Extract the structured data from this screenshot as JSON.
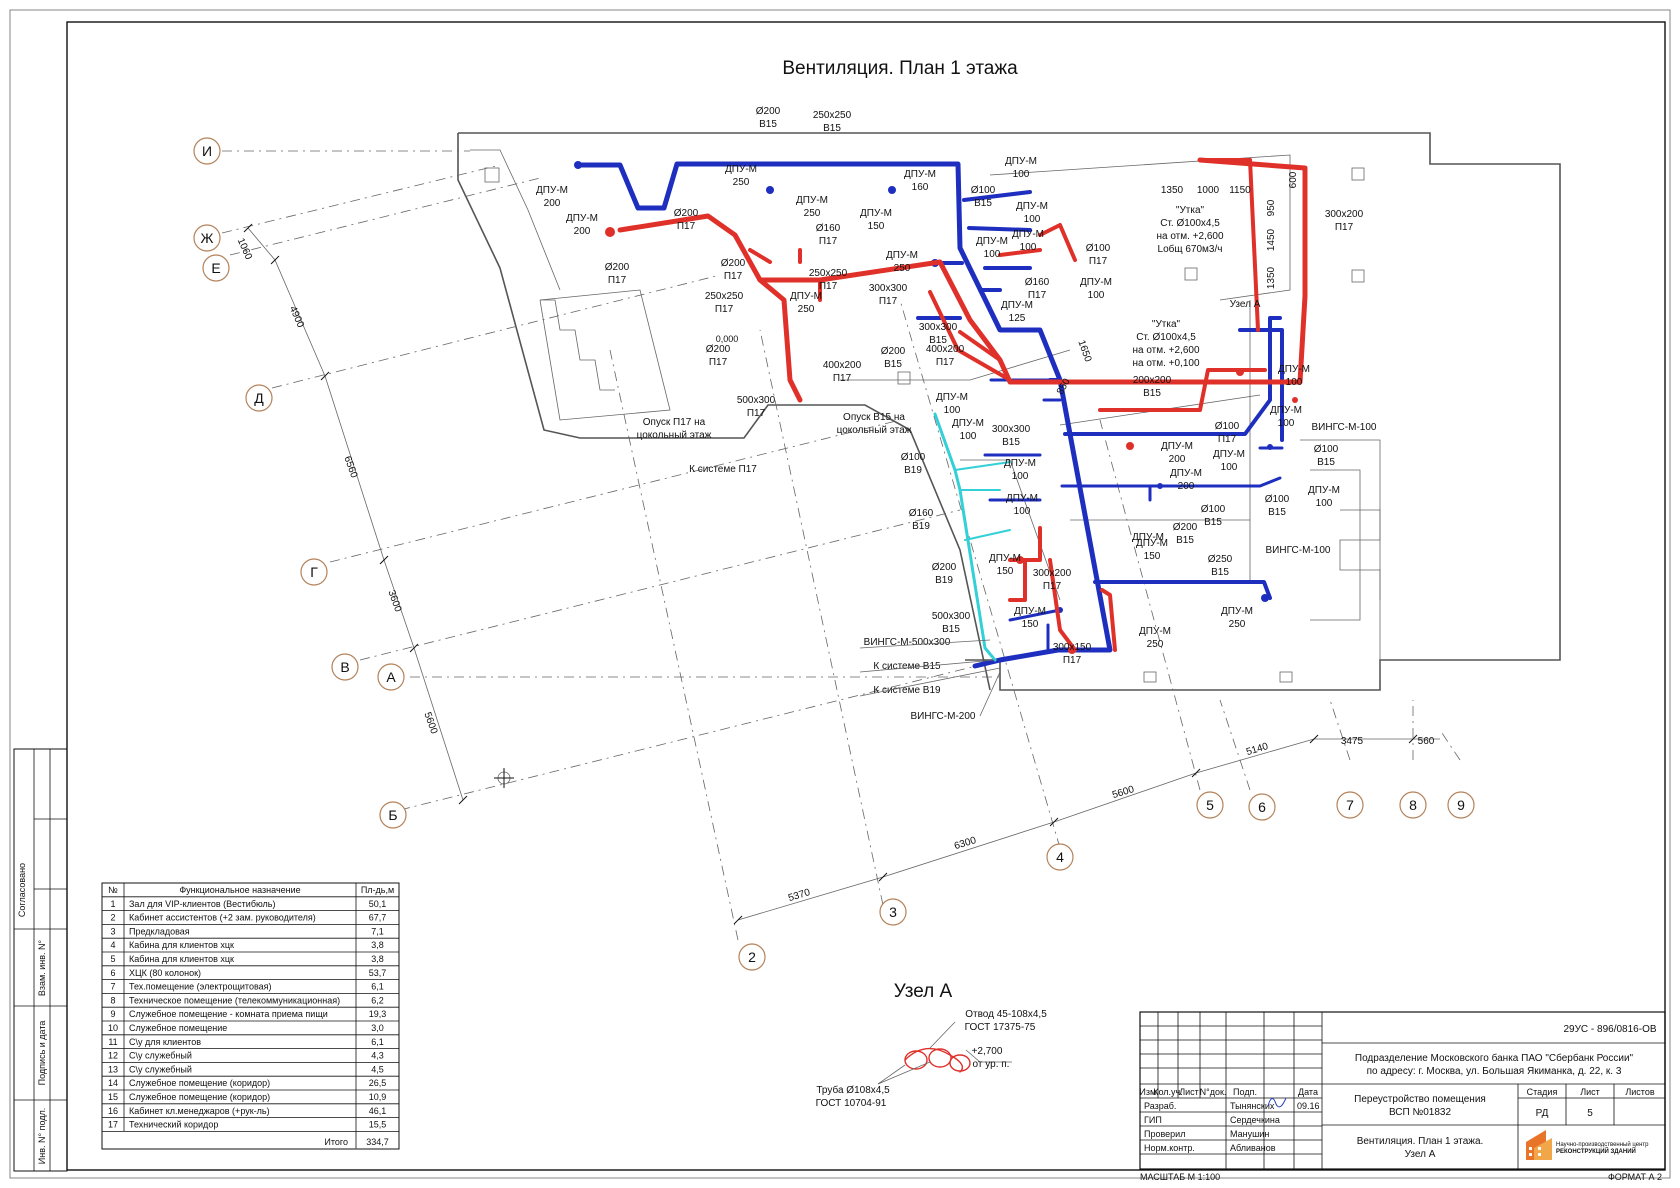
{
  "title": "Вентиляция. План 1 этажа",
  "node_title": "Узел А",
  "axes": [
    "И",
    "Ж",
    "Е",
    "Д",
    "Г",
    "В",
    "А",
    "Б",
    "2",
    "3",
    "4",
    "5",
    "6",
    "7",
    "8",
    "9"
  ],
  "dims": {
    "left": [
      "1060",
      "4900",
      "6560",
      "3600",
      "5600"
    ],
    "bottom": [
      "5370",
      "6300",
      "5600",
      "5140",
      "3475",
      "560"
    ]
  },
  "labels": {
    "d200_b15_top": "Ø200",
    "b15_a": "В15",
    "s250x250_top": "250х250",
    "b15_b": "В15",
    "dpu_m": "ДПУ-М",
    "v200": "200",
    "v250": "250",
    "v160": "160",
    "v150": "150",
    "v100": "100",
    "v125": "125",
    "p17": "П17",
    "b15": "В15",
    "b19": "В19",
    "d200": "Ø200",
    "d160": "Ø160",
    "d100": "Ø100",
    "d250": "Ø250",
    "s250x250": "250х250",
    "s300x300": "300х300",
    "s400x200": "400х200",
    "s500x300": "500х300",
    "s200x200": "200х200",
    "s300x200": "300х200",
    "s300x150": "300х150",
    "utka": "\"Утка\"",
    "utka1_l2": "Ст. Ø100х4,5",
    "utka1_l3": "на отм. +2,600",
    "utka1_l4": "Lобщ 670м3/ч",
    "utka2_l2": "Ст. Ø100х4,5",
    "utka2_l3": "на отм. +2,600",
    "utka2_l4": "на отм. +0,100",
    "uzel_a": "Узел А",
    "opusk_p17_1": "Опуск П17 на",
    "opusk_p17_2": "цокольный этаж",
    "opusk_b15_1": "Опуск В15 на",
    "opusk_b15_2": "цокольный этаж",
    "k_p17": "К системе П17",
    "k_b15": "К системе В15",
    "k_b19": "К системе В19",
    "vings_500": "ВИНГС-М-500х300",
    "vings_200": "ВИНГС-М-200",
    "vings_100": "ВИНГС-М-100",
    "zero": "0,000",
    "d1350": "1350",
    "d1000": "1000",
    "d1150": "1150",
    "d950": "950",
    "d600": "600",
    "d1450": "1450",
    "d1650": "1650",
    "d850": "850"
  },
  "node": {
    "otvod_1": "Отвод 45-108х4,5",
    "otvod_2": "ГОСТ 17375-75",
    "mark_1": "+2,700",
    "mark_2": "от ур. п.",
    "pipe_1": "Труба Ø108х4,5",
    "pipe_2": "ГОСТ 10704-91"
  },
  "room_table": {
    "headers": [
      "№",
      "Функциональное назначение",
      "Пл-дь,м"
    ],
    "rows": [
      [
        "1",
        "Зал для VIP-клиентов (Вестибюль)",
        "50,1"
      ],
      [
        "2",
        "Кабинет асcистентов (+2 зам. руководителя)",
        "67,7"
      ],
      [
        "3",
        "Предкладовая",
        "7,1"
      ],
      [
        "4",
        "Кабина для клиентов хцк",
        "3,8"
      ],
      [
        "5",
        "Кабина для клиентов хцк",
        "3,8"
      ],
      [
        "6",
        "ХЦК (80 колонок)",
        "53,7"
      ],
      [
        "7",
        "Тех.помещение (электрощитовая)",
        "6,1"
      ],
      [
        "8",
        "Техническое помещение (телекоммуникационная)",
        "6,2"
      ],
      [
        "9",
        "Служебное помещение - комната приема пищи",
        "19,3"
      ],
      [
        "10",
        "Служебное помещение",
        "3,0"
      ],
      [
        "11",
        "С\\у для клиентов",
        "6,1"
      ],
      [
        "12",
        "С\\у служебный",
        "4,3"
      ],
      [
        "13",
        "С\\у служебный",
        "4,5"
      ],
      [
        "14",
        "Служебное помещение (коридор)",
        "26,5"
      ],
      [
        "15",
        "Служебное помещение (коридор)",
        "10,9"
      ],
      [
        "16",
        "Кабинет кл.менеджаров (+рук-ль)",
        "46,1"
      ],
      [
        "17",
        "Технический коридор",
        "15,5"
      ]
    ],
    "total_label": "Итого",
    "total_value": "334,7"
  },
  "side_stamp": [
    "Согласовано",
    "Взам. инв. N°",
    "Подпись и дата",
    "Инв. N° подл."
  ],
  "stamp": {
    "code": "29УС - 896/0816-ОВ",
    "org_1": "Подразделение Московского банка ПАО \"Сбербанк России\"",
    "org_2": "по адресу: г. Москва, ул. Большая Якиманка, д. 22, к. 3",
    "col_izm": "Изм.",
    "col_koluch": "Кол.уч.",
    "col_list": "Лист",
    "col_ndok": "N°док.",
    "col_podp": "Подп.",
    "col_data": "Дата",
    "r1_role": "Разраб.",
    "r1_name": "Тынянских",
    "r1_date": "09.16",
    "r2_role": "ГИП",
    "r2_name": "Сердечкина",
    "r3_role": "Проверил",
    "r3_name": "Манушин",
    "r4_role": "Норм.контр.",
    "r4_name": "Абливанов",
    "project_1": "Переустройство помещения",
    "project_2": "ВСП №01832",
    "stage_h": "Стадия",
    "list_h": "Лист",
    "lists_h": "Листов",
    "stage": "РД",
    "list": "5",
    "sheet_1": "Вентиляция. План 1 этажа.",
    "sheet_2": "Узел А",
    "company_1": "Научно-производственный центр",
    "company_2": "РЕКОНСТРУКЦИЙ ЗДАНИЙ",
    "logo_color": "#e8742a"
  },
  "scale": "МАСШТАБ М 1:100",
  "format": "ФОРМАТ А 2",
  "colors": {
    "supply": "#e0302a",
    "exhaust": "#1e2fbf",
    "exhaust_b19": "#33d0d8"
  }
}
